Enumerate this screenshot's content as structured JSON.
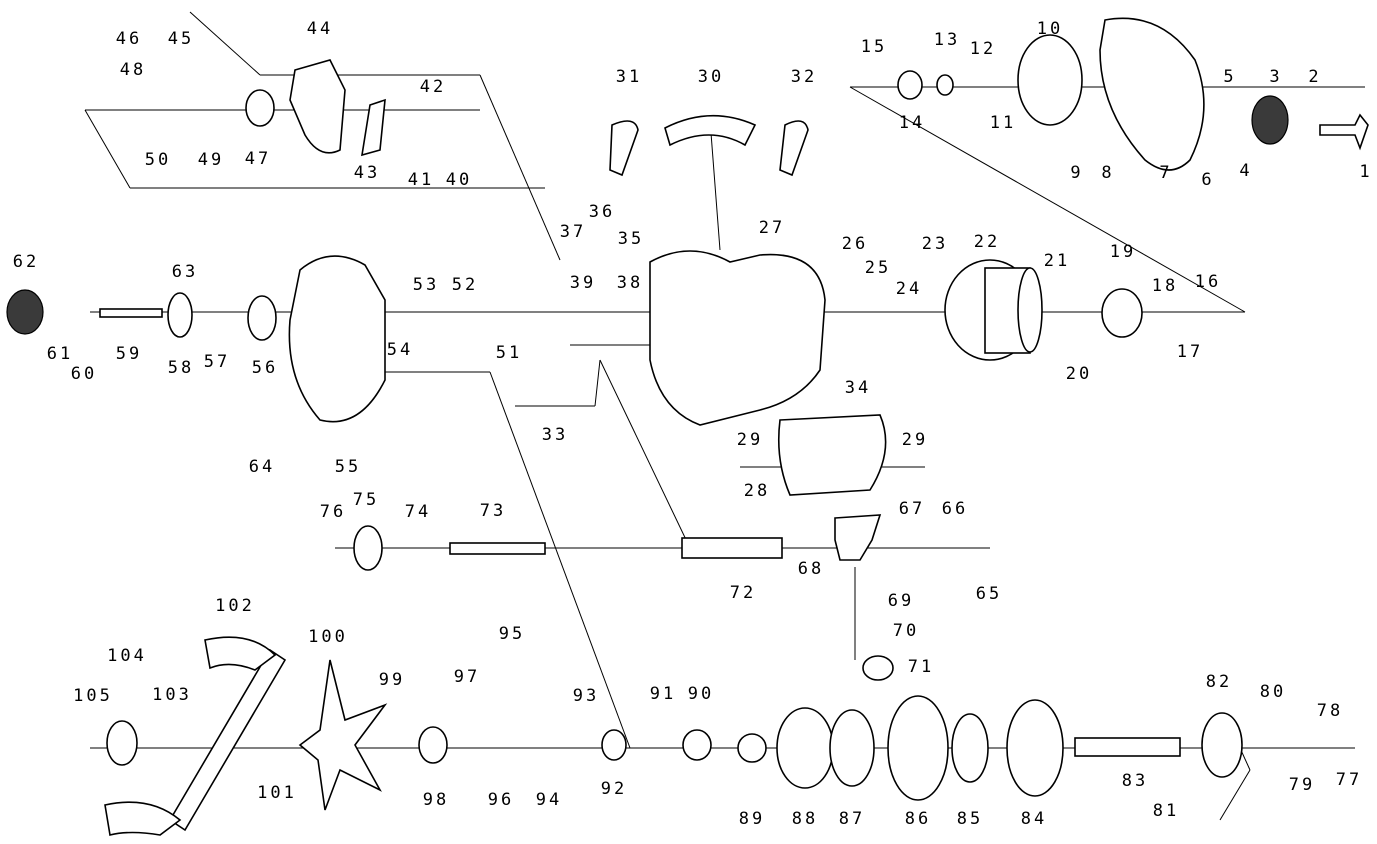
{
  "callouts": [
    {
      "label": "1"
    },
    {
      "label": "2"
    },
    {
      "label": "3"
    },
    {
      "label": "4"
    },
    {
      "label": "5"
    },
    {
      "label": "6"
    },
    {
      "label": "7"
    },
    {
      "label": "8"
    },
    {
      "label": "9"
    },
    {
      "label": "10"
    },
    {
      "label": "11"
    },
    {
      "label": "12"
    },
    {
      "label": "13"
    },
    {
      "label": "14"
    },
    {
      "label": "15"
    },
    {
      "label": "16"
    },
    {
      "label": "17"
    },
    {
      "label": "18"
    },
    {
      "label": "19"
    },
    {
      "label": "20"
    },
    {
      "label": "21"
    },
    {
      "label": "22"
    },
    {
      "label": "23"
    },
    {
      "label": "24"
    },
    {
      "label": "25"
    },
    {
      "label": "26"
    },
    {
      "label": "27"
    },
    {
      "label": "28"
    },
    {
      "label": "29"
    },
    {
      "label": "29"
    },
    {
      "label": "30"
    },
    {
      "label": "31"
    },
    {
      "label": "32"
    },
    {
      "label": "33"
    },
    {
      "label": "34"
    },
    {
      "label": "35"
    },
    {
      "label": "36"
    },
    {
      "label": "37"
    },
    {
      "label": "38"
    },
    {
      "label": "39"
    },
    {
      "label": "40"
    },
    {
      "label": "41"
    },
    {
      "label": "42"
    },
    {
      "label": "43"
    },
    {
      "label": "44"
    },
    {
      "label": "45"
    },
    {
      "label": "46"
    },
    {
      "label": "47"
    },
    {
      "label": "48"
    },
    {
      "label": "49"
    },
    {
      "label": "50"
    },
    {
      "label": "51"
    },
    {
      "label": "52"
    },
    {
      "label": "53"
    },
    {
      "label": "54"
    },
    {
      "label": "55"
    },
    {
      "label": "56"
    },
    {
      "label": "57"
    },
    {
      "label": "58"
    },
    {
      "label": "59"
    },
    {
      "label": "60"
    },
    {
      "label": "61"
    },
    {
      "label": "62"
    },
    {
      "label": "63"
    },
    {
      "label": "64"
    },
    {
      "label": "65"
    },
    {
      "label": "66"
    },
    {
      "label": "67"
    },
    {
      "label": "68"
    },
    {
      "label": "69"
    },
    {
      "label": "70"
    },
    {
      "label": "71"
    },
    {
      "label": "72"
    },
    {
      "label": "73"
    },
    {
      "label": "74"
    },
    {
      "label": "75"
    },
    {
      "label": "76"
    },
    {
      "label": "77"
    },
    {
      "label": "78"
    },
    {
      "label": "79"
    },
    {
      "label": "80"
    },
    {
      "label": "81"
    },
    {
      "label": "82"
    },
    {
      "label": "83"
    },
    {
      "label": "84"
    },
    {
      "label": "85"
    },
    {
      "label": "86"
    },
    {
      "label": "87"
    },
    {
      "label": "88"
    },
    {
      "label": "89"
    },
    {
      "label": "90"
    },
    {
      "label": "91"
    },
    {
      "label": "92"
    },
    {
      "label": "93"
    },
    {
      "label": "94"
    },
    {
      "label": "95"
    },
    {
      "label": "96"
    },
    {
      "label": "97"
    },
    {
      "label": "98"
    },
    {
      "label": "99"
    },
    {
      "label": "100"
    },
    {
      "label": "101"
    },
    {
      "label": "102"
    },
    {
      "label": "103"
    },
    {
      "label": "104"
    },
    {
      "label": "105"
    }
  ]
}
